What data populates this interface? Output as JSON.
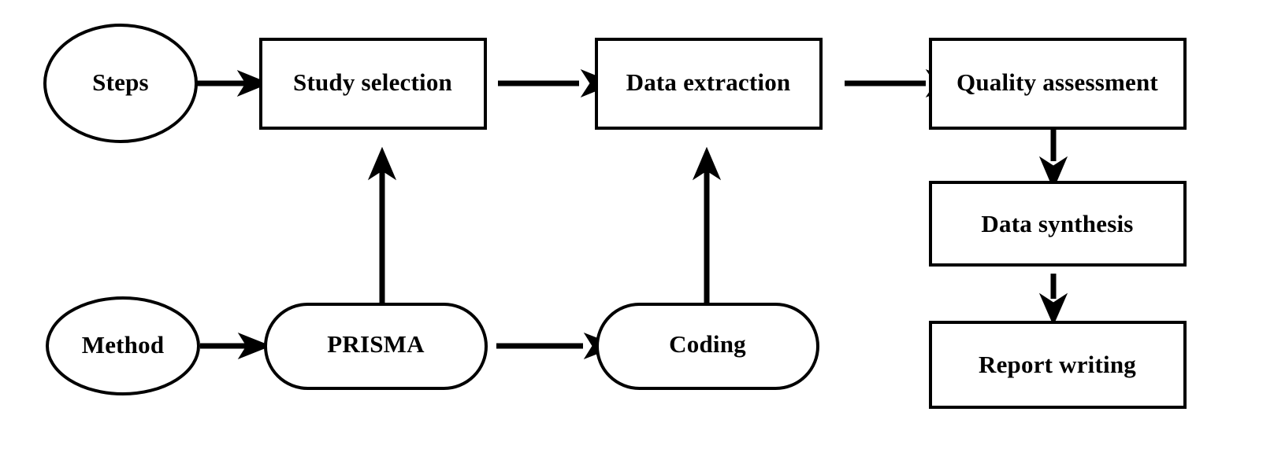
{
  "diagram": {
    "title": "Systematic review process flowchart",
    "background_color": "#ffffff",
    "stroke_color": "#000000",
    "fill_color": "#ffffff",
    "nodes": [
      {
        "id": "steps",
        "label": "Steps",
        "shape": "ellipse"
      },
      {
        "id": "study_selection",
        "label": "Study selection",
        "shape": "rectangle"
      },
      {
        "id": "data_extraction",
        "label": "Data extraction",
        "shape": "rectangle"
      },
      {
        "id": "quality_assessment",
        "label": "Quality assessment",
        "shape": "rectangle"
      },
      {
        "id": "data_synthesis",
        "label": "Data synthesis",
        "shape": "rectangle"
      },
      {
        "id": "report_writing",
        "label": "Report writing",
        "shape": "rectangle"
      },
      {
        "id": "method",
        "label": "Method",
        "shape": "ellipse"
      },
      {
        "id": "prisma",
        "label": "PRISMA",
        "shape": "stadium"
      },
      {
        "id": "coding",
        "label": "Coding",
        "shape": "stadium"
      }
    ],
    "edges": [
      {
        "from": "steps",
        "to": "study_selection",
        "direction": "right"
      },
      {
        "from": "study_selection",
        "to": "data_extraction",
        "direction": "right"
      },
      {
        "from": "data_extraction",
        "to": "quality_assessment",
        "direction": "right"
      },
      {
        "from": "quality_assessment",
        "to": "data_synthesis",
        "direction": "down"
      },
      {
        "from": "data_synthesis",
        "to": "report_writing",
        "direction": "down"
      },
      {
        "from": "method",
        "to": "prisma",
        "direction": "right"
      },
      {
        "from": "prisma",
        "to": "coding",
        "direction": "right"
      },
      {
        "from": "prisma",
        "to": "study_selection",
        "direction": "up"
      },
      {
        "from": "coding",
        "to": "data_extraction",
        "direction": "up"
      }
    ]
  }
}
